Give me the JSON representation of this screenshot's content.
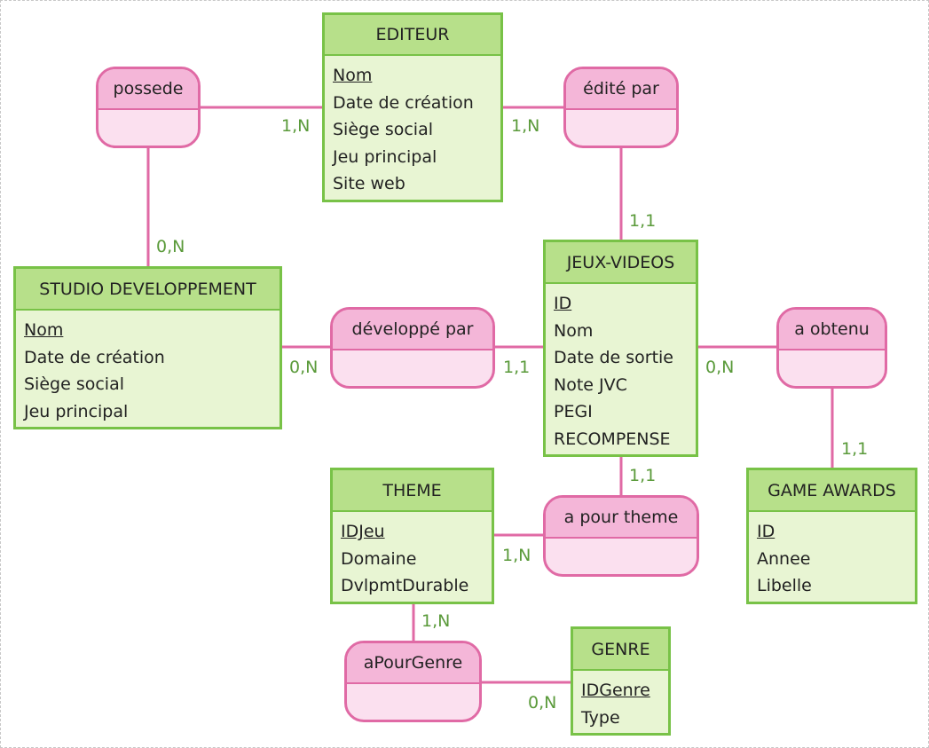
{
  "colors": {
    "entity_border": "#78c247",
    "entity_header": "#b7e08a",
    "entity_body": "#e8f5d3",
    "association_border": "#e06aa5",
    "association_header": "#f4b6d8",
    "association_body": "#fbe0ef",
    "link": "#e06aa5",
    "cardinality": "#5a9a3a"
  },
  "entities": {
    "editeur": {
      "name": "EDITEUR",
      "attributes": [
        "Nom",
        "Date de création",
        "Siège social",
        "Jeu principal",
        "Site web"
      ]
    },
    "studio": {
      "name": "STUDIO DEVELOPPEMENT",
      "attributes": [
        "Nom",
        "Date de création",
        "Siège social",
        "Jeu principal"
      ]
    },
    "jeux": {
      "name": "JEUX-VIDEOS",
      "attributes": [
        "ID",
        "Nom",
        "Date de sortie",
        "Note JVC",
        "PEGI",
        "RECOMPENSE"
      ]
    },
    "theme": {
      "name": "THEME",
      "attributes": [
        "IDJeu",
        "Domaine",
        "DvlpmtDurable"
      ]
    },
    "awards": {
      "name": "GAME AWARDS",
      "attributes": [
        "ID",
        "Annee",
        "Libelle"
      ]
    },
    "genre": {
      "name": "GENRE",
      "attributes": [
        "IDGenre",
        "Type"
      ]
    }
  },
  "associations": {
    "possede": "possede",
    "edite_par": "édité par",
    "developpe_par": "développé par",
    "a_obtenu": "a obtenu",
    "a_pour_theme": "a pour theme",
    "a_pour_genre": "aPourGenre"
  },
  "cardinalities": {
    "possede_editeur": "1,N",
    "possede_studio": "0,N",
    "edite_editeur": "1,N",
    "edite_jeux": "1,1",
    "developpe_studio": "0,N",
    "developpe_jeux": "1,1",
    "obtenu_jeux": "0,N",
    "obtenu_awards": "1,1",
    "theme_jeux": "1,1",
    "theme_theme": "1,N",
    "genre_theme": "1,N",
    "genre_genre": "0,N"
  }
}
